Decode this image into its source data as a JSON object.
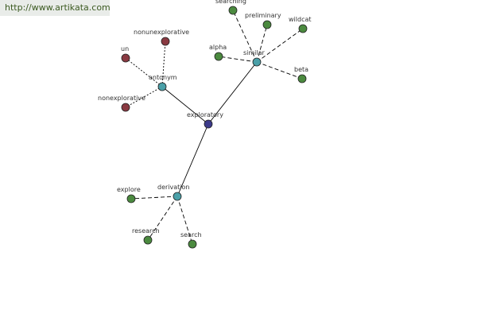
{
  "site_link": {
    "text": "http://www.artikata.com"
  },
  "colors": {
    "center": "#3c3a8a",
    "hub": "#4aa0a8",
    "related": "#4b8a3f",
    "antonym": "#8a3a42",
    "edge": "#000000"
  },
  "graph": {
    "center": {
      "id": "exploratory",
      "label": "exploratory"
    },
    "hubs": [
      {
        "id": "antonym",
        "label": "antonym"
      },
      {
        "id": "similar",
        "label": "similar"
      },
      {
        "id": "derivation",
        "label": "derivation"
      }
    ],
    "leaves": [
      {
        "id": "un",
        "label": "un",
        "hub": "antonym",
        "kind": "antonym"
      },
      {
        "id": "nonunexplorative",
        "label": "nonunexplorative",
        "hub": "antonym",
        "kind": "antonym"
      },
      {
        "id": "nonexplorative",
        "label": "nonexplorative",
        "hub": "antonym",
        "kind": "antonym"
      },
      {
        "id": "searching",
        "label": "searching",
        "hub": "similar",
        "kind": "related"
      },
      {
        "id": "preliminary",
        "label": "preliminary",
        "hub": "similar",
        "kind": "related"
      },
      {
        "id": "wildcat",
        "label": "wildcat",
        "hub": "similar",
        "kind": "related"
      },
      {
        "id": "alpha",
        "label": "alpha",
        "hub": "similar",
        "kind": "related"
      },
      {
        "id": "beta",
        "label": "beta",
        "hub": "similar",
        "kind": "related"
      },
      {
        "id": "explore",
        "label": "explore",
        "hub": "derivation",
        "kind": "related"
      },
      {
        "id": "research",
        "label": "research",
        "hub": "derivation",
        "kind": "related"
      },
      {
        "id": "search",
        "label": "search",
        "hub": "derivation",
        "kind": "related"
      }
    ]
  }
}
